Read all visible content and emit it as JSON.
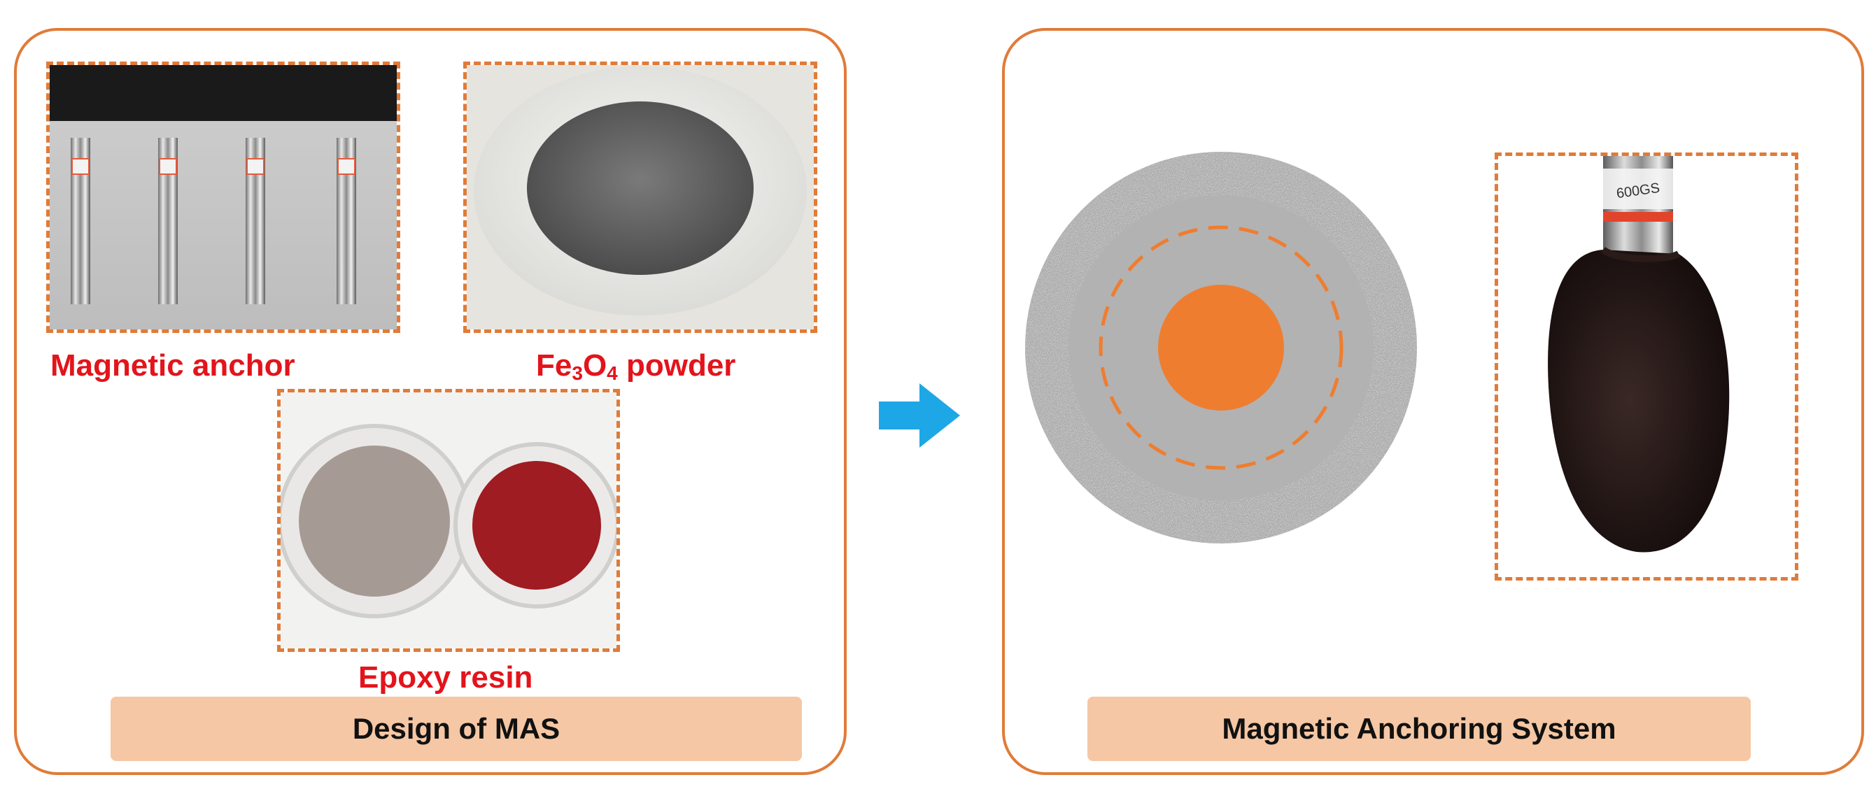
{
  "left_panel": {
    "photos": {
      "magnetic_anchor": {
        "label": "Magnetic anchor"
      },
      "fe3o4_powder": {
        "label_prefix": "Fe",
        "sub1": "3",
        "mid": "O",
        "sub2": "4",
        "label_suffix": " powder"
      },
      "epoxy_resin": {
        "label": "Epoxy resin"
      }
    },
    "caption": "Design of MAS"
  },
  "right_panel": {
    "caption": "Magnetic Anchoring System",
    "photo_text": "600GS"
  },
  "colors": {
    "frame": "#e07b39",
    "label_red": "#e3141b",
    "caption_fill": "#f5c7a4",
    "arrow": "#1ea7e6",
    "core_orange": "#ef7d2f"
  },
  "icons": {
    "arrow": "right-arrow-icon"
  }
}
